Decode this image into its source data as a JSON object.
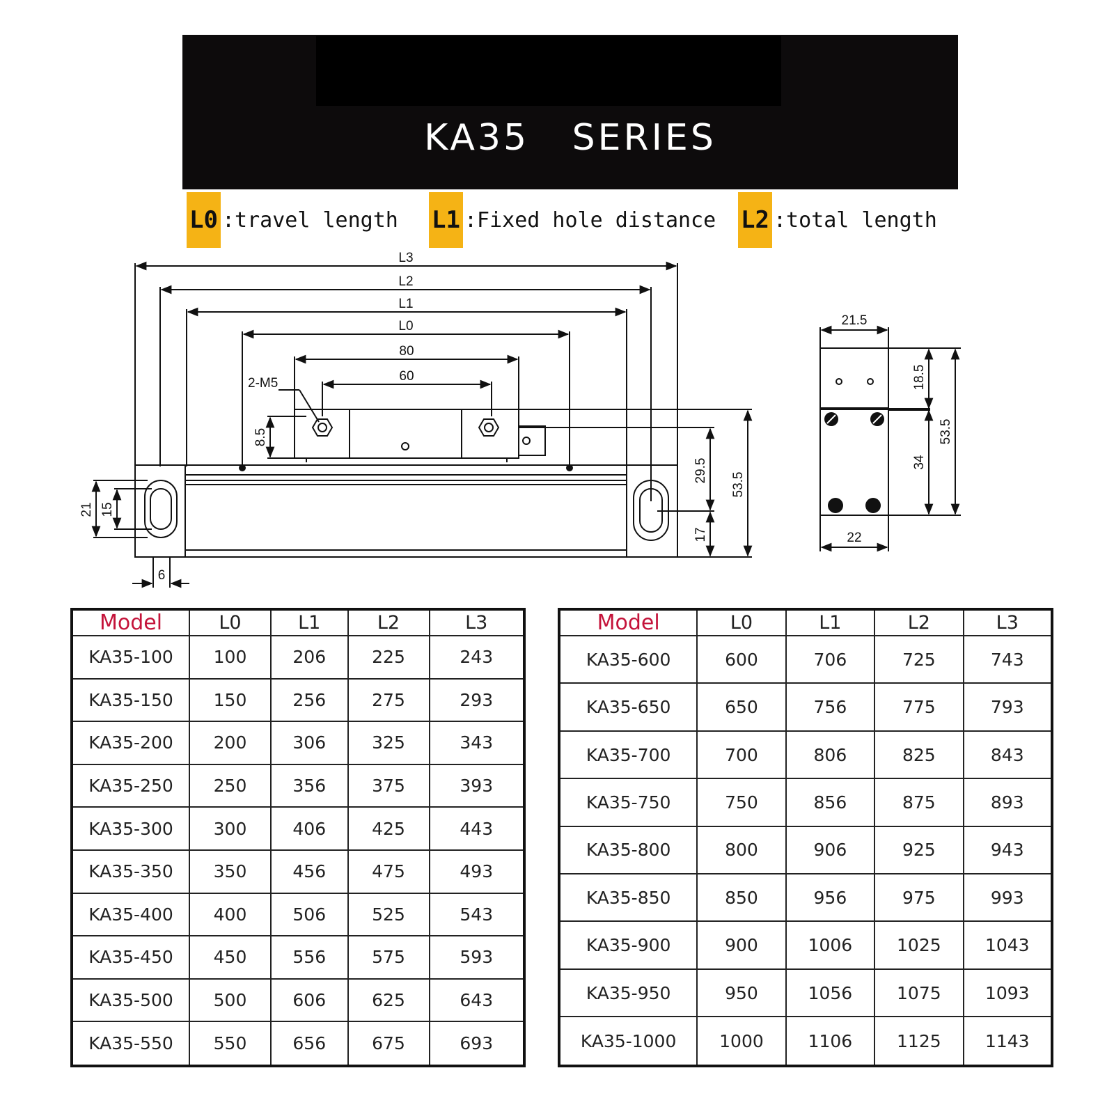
{
  "banner": {
    "title": "KA35   SERIES"
  },
  "legend": [
    {
      "key": "L0",
      "text": ":travel length"
    },
    {
      "key": "L1",
      "text": ":Fixed hole distance"
    },
    {
      "key": "L2",
      "text": ":total length"
    }
  ],
  "drawing": {
    "dims": {
      "L3": "L3",
      "L2": "L2",
      "L1": "L1",
      "L0": "L0",
      "d80": "80",
      "d60": "60",
      "m5": "2-M5",
      "d85": "8.5",
      "d21": "21",
      "d15": "15",
      "d6": "6",
      "d295": "29.5",
      "d535": "53.5",
      "d17": "17",
      "s215": "21.5",
      "s185": "18.5",
      "s535": "53.5",
      "s34": "34",
      "s22": "22"
    }
  },
  "colors": {
    "legend_highlight": "#f5b315",
    "model_header": "#c4133a",
    "banner": "#0d0b0c"
  },
  "tables": {
    "headers": [
      "Model",
      "L0",
      "L1",
      "L2",
      "L3"
    ],
    "left": [
      [
        "KA35-100",
        "100",
        "206",
        "225",
        "243"
      ],
      [
        "KA35-150",
        "150",
        "256",
        "275",
        "293"
      ],
      [
        "KA35-200",
        "200",
        "306",
        "325",
        "343"
      ],
      [
        "KA35-250",
        "250",
        "356",
        "375",
        "393"
      ],
      [
        "KA35-300",
        "300",
        "406",
        "425",
        "443"
      ],
      [
        "KA35-350",
        "350",
        "456",
        "475",
        "493"
      ],
      [
        "KA35-400",
        "400",
        "506",
        "525",
        "543"
      ],
      [
        "KA35-450",
        "450",
        "556",
        "575",
        "593"
      ],
      [
        "KA35-500",
        "500",
        "606",
        "625",
        "643"
      ],
      [
        "KA35-550",
        "550",
        "656",
        "675",
        "693"
      ]
    ],
    "right": [
      [
        "KA35-600",
        "600",
        "706",
        "725",
        "743"
      ],
      [
        "KA35-650",
        "650",
        "756",
        "775",
        "793"
      ],
      [
        "KA35-700",
        "700",
        "806",
        "825",
        "843"
      ],
      [
        "KA35-750",
        "750",
        "856",
        "875",
        "893"
      ],
      [
        "KA35-800",
        "800",
        "906",
        "925",
        "943"
      ],
      [
        "KA35-850",
        "850",
        "956",
        "975",
        "993"
      ],
      [
        "KA35-900",
        "900",
        "1006",
        "1025",
        "1043"
      ],
      [
        "KA35-950",
        "950",
        "1056",
        "1075",
        "1093"
      ],
      [
        "KA35-1000",
        "1000",
        "1106",
        "1125",
        "1143"
      ]
    ]
  }
}
